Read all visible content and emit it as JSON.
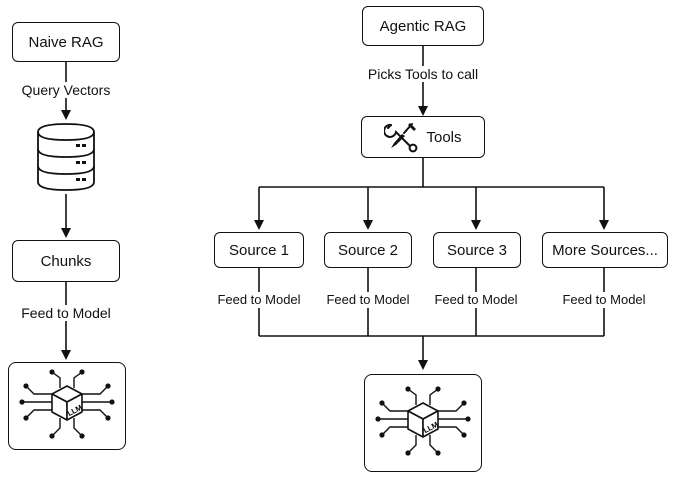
{
  "naive": {
    "title": "Naive RAG",
    "step_query": "Query Vectors",
    "chunks": "Chunks",
    "step_feed": "Feed to Model",
    "llm_text": "LLM"
  },
  "agentic": {
    "title": "Agentic RAG",
    "step_picks": "Picks Tools to call",
    "tools": "Tools",
    "sources": [
      {
        "label": "Source 1",
        "feed": "Feed to Model"
      },
      {
        "label": "Source 2",
        "feed": "Feed to Model"
      },
      {
        "label": "Source 3",
        "feed": "Feed to Model"
      },
      {
        "label": "More Sources...",
        "feed": "Feed to Model"
      }
    ],
    "llm_text": "LLM"
  },
  "icons": {
    "database": "database-icon",
    "tools": "wrench-screwdriver-icon",
    "llm": "llm-chip-icon"
  },
  "colors": {
    "line": "#111111",
    "background": "#ffffff"
  }
}
